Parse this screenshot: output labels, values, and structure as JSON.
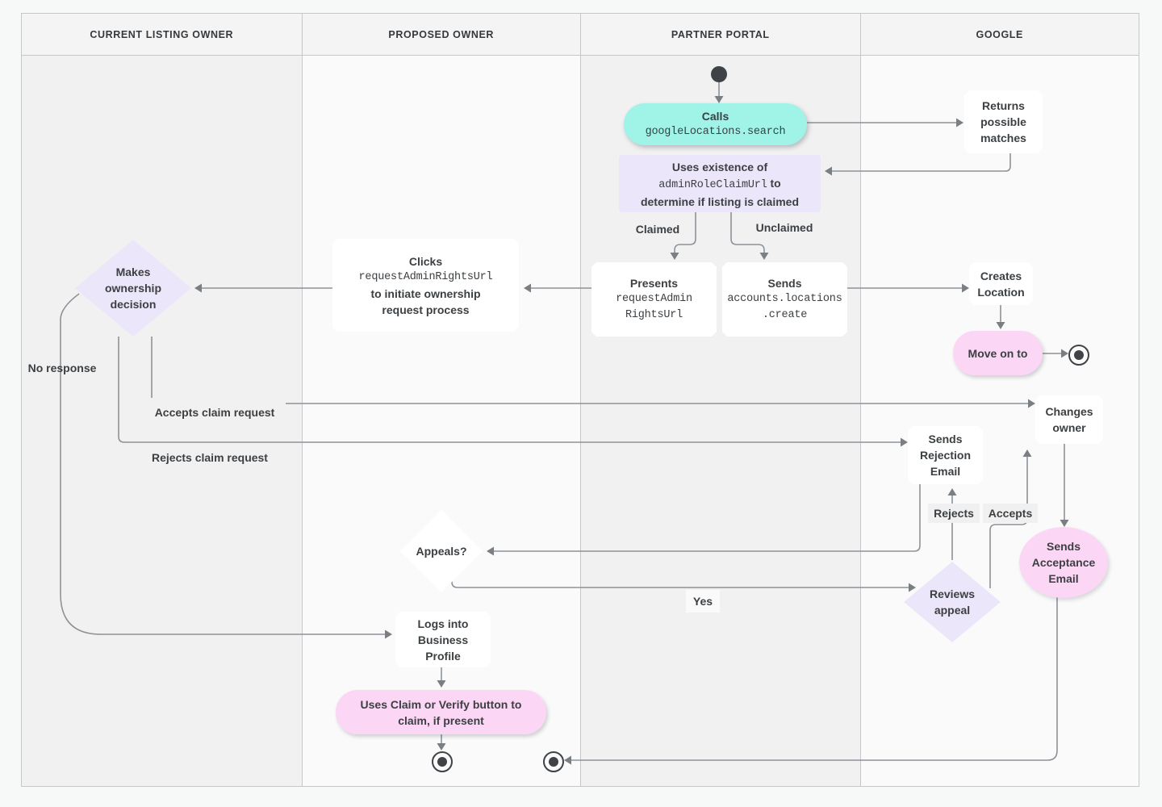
{
  "diagram": {
    "lanes": [
      {
        "label": "CURRENT LISTING OWNER"
      },
      {
        "label": "PROPOSED OWNER"
      },
      {
        "label": "PARTNER PORTAL"
      },
      {
        "label": "GOOGLE"
      }
    ]
  },
  "nodes": {
    "calls": {
      "title": "Calls",
      "code": "googleLocations.search"
    },
    "returns": {
      "lines": [
        "Returns",
        "possible",
        "matches"
      ]
    },
    "uses_existence": {
      "line1": "Uses existence of",
      "code": "adminRoleClaimUrl",
      "line2": " to",
      "line3": "determine if listing is claimed"
    },
    "presents": {
      "title": "Presents",
      "code_lines": [
        "requestAdmin",
        "RightsUrl"
      ]
    },
    "sends_create": {
      "title": "Sends",
      "code_lines": [
        "accounts.locations",
        ".create"
      ]
    },
    "creates_location": {
      "lines": [
        "Creates",
        "Location"
      ]
    },
    "move_on": {
      "label": "Move on to"
    },
    "clicks": {
      "line1": "Clicks",
      "code": "requestAdminRightsUrl",
      "line2": "to initiate ownership",
      "line3": "request process"
    },
    "makes_decision": {
      "lines": [
        "Makes",
        "ownership",
        "decision"
      ]
    },
    "sends_rejection": {
      "lines": [
        "Sends",
        "Rejection",
        "Email"
      ]
    },
    "changes_owner": {
      "lines": [
        "Changes",
        "owner"
      ]
    },
    "appeals": {
      "label": "Appeals?"
    },
    "reviews_appeal": {
      "lines": [
        "Reviews",
        "appeal"
      ]
    },
    "sends_acceptance": {
      "lines": [
        "Sends",
        "Acceptance",
        "Email"
      ]
    },
    "logs_into": {
      "lines": [
        "Logs into",
        "Business",
        "Profile"
      ]
    },
    "uses_claim": {
      "lines": [
        "Uses Claim or Verify button to",
        "claim, if present"
      ]
    }
  },
  "edge_labels": {
    "claimed": "Claimed",
    "unclaimed": "Unclaimed",
    "no_response": "No response",
    "accepts_claim": "Accepts claim request",
    "rejects_claim": "Rejects claim request",
    "rejects": "Rejects",
    "accepts": "Accepts",
    "yes": "Yes"
  },
  "colors": {
    "teal": "#9ff3e7",
    "lavender": "#ebe6f9",
    "pink": "#fcd7f5",
    "line": "#8e9297",
    "text": "#3c4043",
    "lane_gray": "#f1f1f2",
    "lane_light": "#fafafa"
  }
}
